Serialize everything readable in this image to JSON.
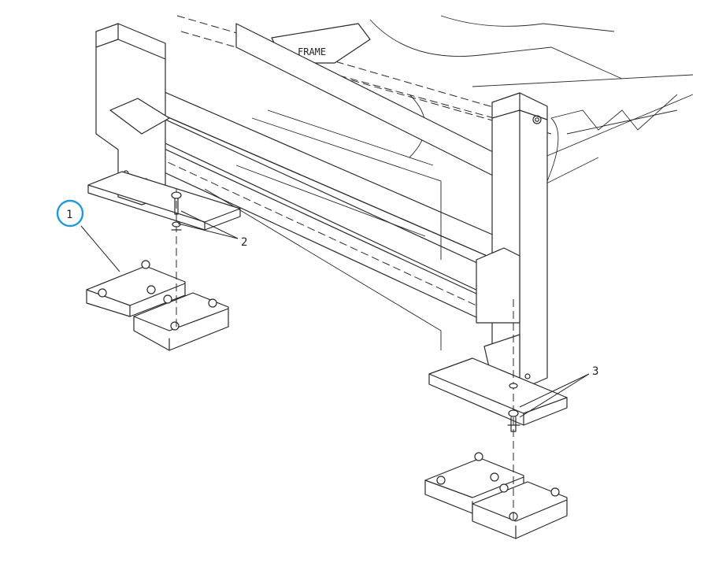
{
  "diagram": {
    "frame_label": "FRAME",
    "callouts": [
      {
        "id": "callout-1",
        "text": "1",
        "highlighted": true
      },
      {
        "id": "callout-2",
        "text": "2",
        "highlighted": false
      },
      {
        "id": "callout-3",
        "text": "3",
        "highlighted": false
      }
    ],
    "colors": {
      "highlight_circle": "#1f9ad6",
      "line": "#2a2a2a"
    }
  }
}
